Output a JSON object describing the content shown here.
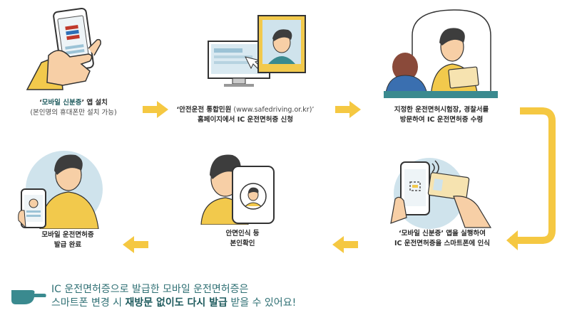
{
  "steps": [
    {
      "id": "install",
      "line1_quote_open": "‘",
      "line1_highlight": "모바일 신분증",
      "line1_rest": "’ 앱 설치",
      "line2": "(본인명의 휴대폰만 설치 가능)"
    },
    {
      "id": "apply",
      "line1_quote_open": "‘",
      "line1_highlight": "안전운전 통합민원",
      "line1_rest": " (www.safedriving.or.kr)’",
      "line2": "홈페이지에서 IC 운전면허증 신청"
    },
    {
      "id": "visit",
      "line1": "지정한 운전면허시험장, 경찰서를",
      "line2": "방문하여 IC 운전면허증 수령"
    },
    {
      "id": "scan",
      "line1_quote_open": "‘",
      "line1_highlight": "모바일 신분증",
      "line1_rest": "’ 앱을 실행하여",
      "line2": "IC 운전면허증을 스마트폰에 인식"
    },
    {
      "id": "face",
      "line1": "안면인식 등",
      "line2": "본인확인"
    },
    {
      "id": "done",
      "line1": "모바일 운전면허증",
      "line2": "발급 완료"
    }
  ],
  "website_text": "www.safedriving.or.kr",
  "note": {
    "line1": "IC 운전면허증으로 발급한 모바일 운전면허증은",
    "line2_a": "스마트폰 변경 시 ",
    "line2_b": "재방문 없이도 다시 발급",
    "line2_c": " 받을 수 있어요!"
  },
  "colors": {
    "arrow": "#f5c842",
    "skin": "#f7cfa6",
    "hair": "#3d3d3d",
    "shirt": "#f2c94c",
    "teal": "#3a8a8f",
    "bluebg": "#cfe3ec"
  }
}
